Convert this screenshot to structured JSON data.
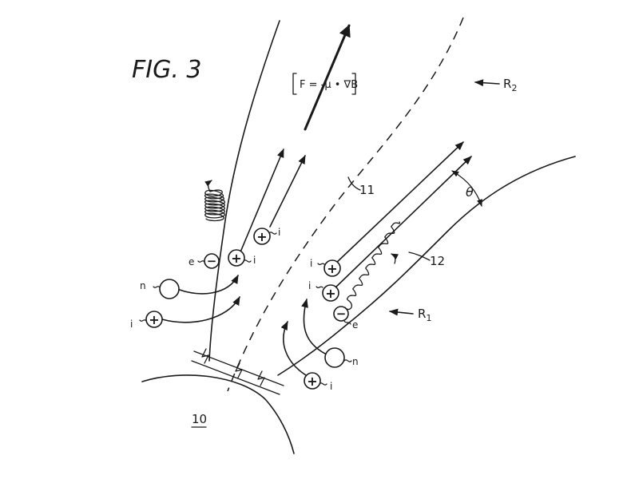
{
  "figure_label": "FIG. 3",
  "formula": "F = -μ • ∇B",
  "labels": {
    "region_r2": "R",
    "region_r2_sub": "2",
    "region_r1": "R",
    "region_r1_sub": "1",
    "boundary_11": "11",
    "field_line_12": "12",
    "angle": "θ",
    "body_10": "10"
  },
  "particles": {
    "ion_symbol": "+",
    "electron_symbol": "−",
    "ion_tag": "i",
    "electron_tag": "e",
    "neutral_tag": "n"
  }
}
